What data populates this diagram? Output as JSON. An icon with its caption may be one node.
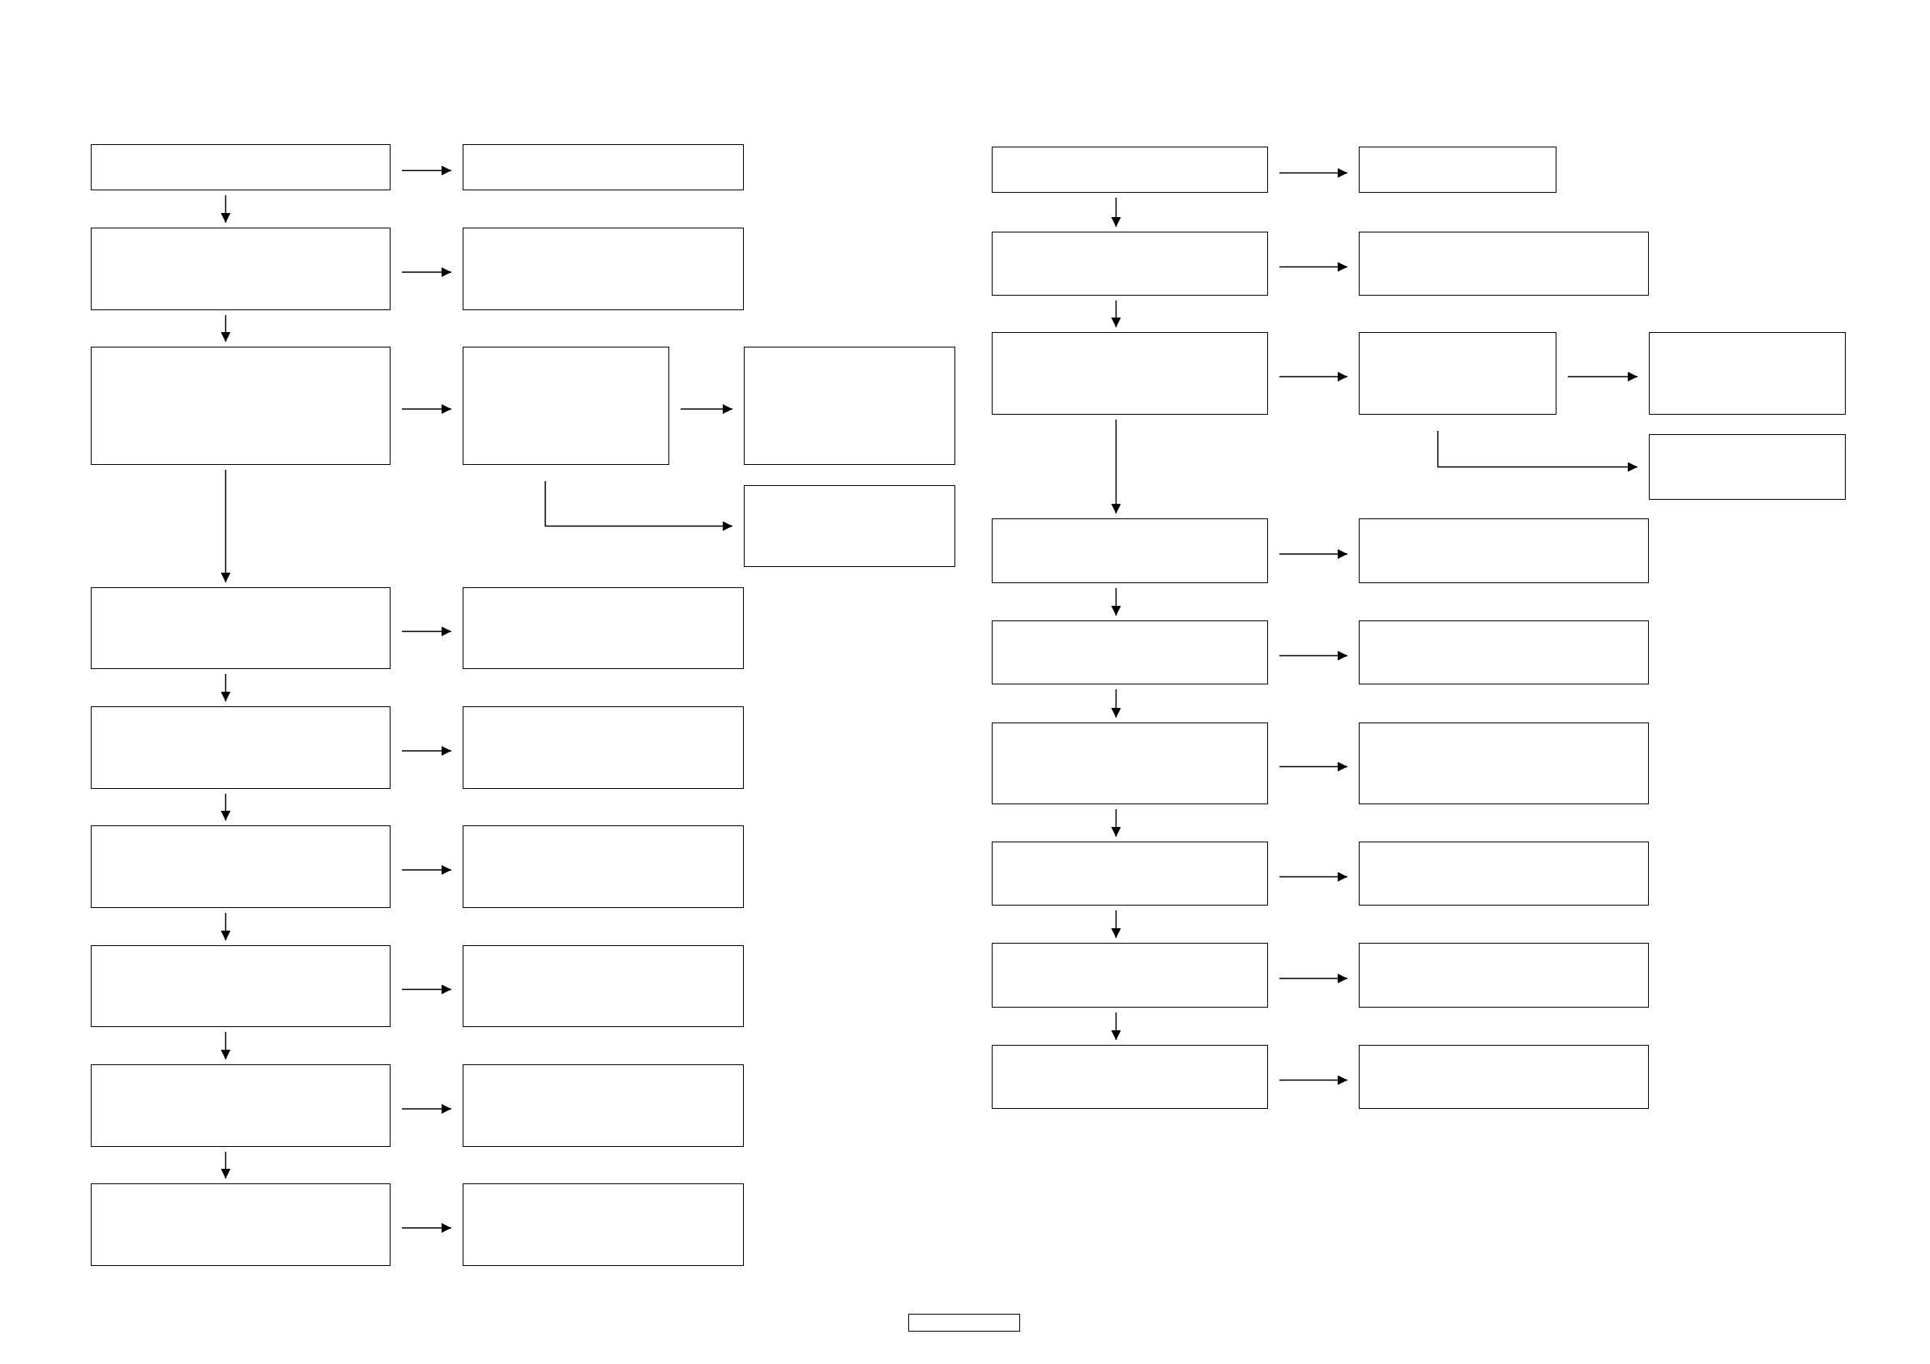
{
  "diagram": {
    "nodes": [
      {
        "text": [],
        "shape": "box"
      },
      {
        "text": [],
        "shape": "box"
      },
      {
        "text": [],
        "shape": "box"
      },
      {
        "text": [],
        "shape": "box"
      },
      {
        "text": [],
        "shape": "box"
      },
      {
        "text": [],
        "shape": "box"
      },
      {
        "text": [],
        "shape": "box"
      },
      {
        "text": [],
        "shape": "box"
      },
      {
        "text": [],
        "shape": "box"
      },
      {
        "text": [],
        "shape": "box"
      },
      {
        "text": [],
        "shape": "box"
      },
      {
        "text": [],
        "shape": "box"
      },
      {
        "text": [],
        "shape": "box"
      },
      {
        "text": [],
        "shape": "box"
      },
      {
        "text": [],
        "shape": "box"
      },
      {
        "text": [],
        "shape": "box"
      },
      {
        "text": [],
        "shape": "box"
      },
      {
        "text": [],
        "shape": "box"
      },
      {
        "text": [],
        "shape": "box"
      },
      {
        "text": [],
        "shape": "box"
      },
      {
        "text": [],
        "shape": "box"
      },
      {
        "text": [],
        "shape": "box"
      },
      {
        "text": [],
        "shape": "box"
      },
      {
        "text": [],
        "shape": "box"
      },
      {
        "text": [],
        "shape": "box"
      },
      {
        "text": [],
        "shape": "box"
      },
      {
        "text": [],
        "shape": "box"
      },
      {
        "text": [],
        "shape": "box"
      },
      {
        "text": [],
        "shape": "box"
      },
      {
        "text": [],
        "shape": "box"
      },
      {
        "text": [],
        "shape": "box"
      },
      {
        "text": [],
        "shape": "box"
      },
      {
        "text": [],
        "shape": "box"
      },
      {
        "text": [],
        "shape": "box"
      },
      {
        "text": [],
        "shape": "box"
      },
      {
        "text": [],
        "shape": "box"
      },
      {
        "text": [],
        "shape": "box"
      },
      {
        "text": [],
        "shape": "box"
      },
      {
        "text": [],
        "shape": "box"
      },
      {
        "text": [],
        "shape": "box"
      },
      {
        "text": [],
        "shape": "box"
      }
    ],
    "edges": [
      {
        "from": 0,
        "to": 1,
        "arrow": "to"
      },
      {
        "from": 0,
        "to": 2,
        "arrow": "to"
      },
      {
        "from": 2,
        "to": 3,
        "arrow": "to"
      },
      {
        "from": 2,
        "to": 4,
        "arrow": "to"
      },
      {
        "from": 4,
        "to": 5,
        "arrow": "to"
      },
      {
        "from": 5,
        "to": 6,
        "arrow": "to"
      },
      {
        "from": 5,
        "to": 7,
        "arrow": "to"
      },
      {
        "from": 4,
        "to": 8,
        "arrow": "to"
      },
      {
        "from": 8,
        "to": 9,
        "arrow": "to"
      },
      {
        "from": 8,
        "to": 10,
        "arrow": "to"
      },
      {
        "from": 10,
        "to": 11,
        "arrow": "to"
      },
      {
        "from": 10,
        "to": 12,
        "arrow": "to"
      },
      {
        "from": 12,
        "to": 13,
        "arrow": "to"
      },
      {
        "from": 12,
        "to": 14,
        "arrow": "to"
      },
      {
        "from": 14,
        "to": 15,
        "arrow": "to"
      },
      {
        "from": 14,
        "to": 16,
        "arrow": "to"
      },
      {
        "from": 16,
        "to": 17,
        "arrow": "to"
      },
      {
        "from": 16,
        "to": 18,
        "arrow": "to"
      },
      {
        "from": 18,
        "to": 19,
        "arrow": "to"
      },
      {
        "from": 20,
        "to": 21,
        "arrow": "to"
      },
      {
        "from": 20,
        "to": 22,
        "arrow": "to"
      },
      {
        "from": 22,
        "to": 23,
        "arrow": "to"
      },
      {
        "from": 22,
        "to": 24,
        "arrow": "to"
      },
      {
        "from": 24,
        "to": 25,
        "arrow": "to"
      },
      {
        "from": 25,
        "to": 26,
        "arrow": "to"
      },
      {
        "from": 25,
        "to": 27,
        "arrow": "to"
      },
      {
        "from": 24,
        "to": 28,
        "arrow": "to"
      },
      {
        "from": 28,
        "to": 29,
        "arrow": "to"
      },
      {
        "from": 28,
        "to": 30,
        "arrow": "to"
      },
      {
        "from": 30,
        "to": 31,
        "arrow": "to"
      },
      {
        "from": 30,
        "to": 32,
        "arrow": "to"
      },
      {
        "from": 32,
        "to": 33,
        "arrow": "to"
      },
      {
        "from": 32,
        "to": 34,
        "arrow": "to"
      },
      {
        "from": 34,
        "to": 35,
        "arrow": "to"
      },
      {
        "from": 34,
        "to": 36,
        "arrow": "to"
      },
      {
        "from": 36,
        "to": 37,
        "arrow": "to"
      },
      {
        "from": 36,
        "to": 38,
        "arrow": "to"
      },
      {
        "from": 38,
        "to": 39,
        "arrow": "to"
      }
    ]
  }
}
